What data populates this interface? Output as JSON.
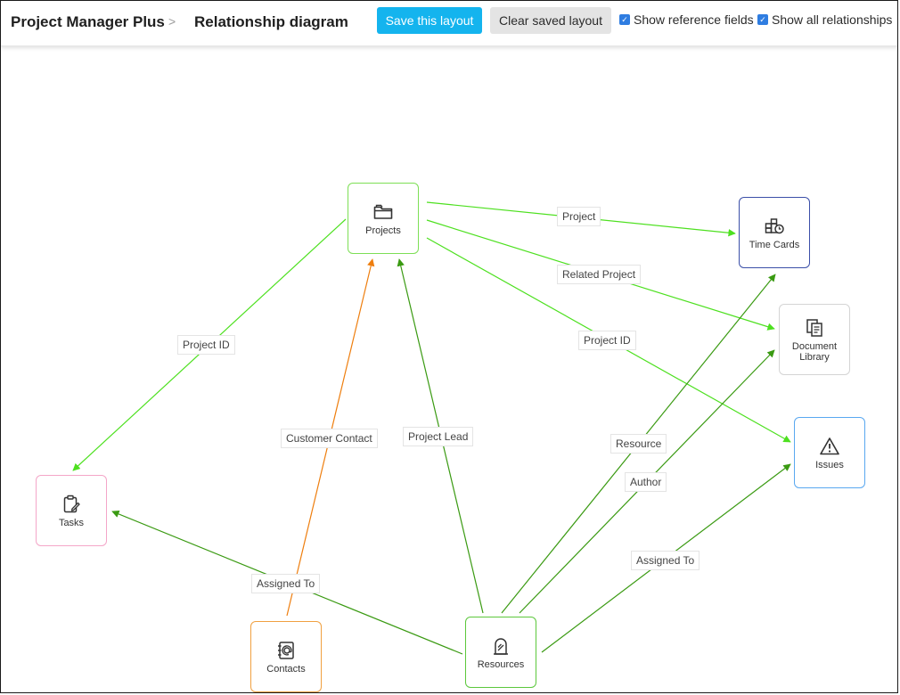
{
  "header": {
    "app_title": "Project Manager Plus",
    "separator": ">",
    "page_title": "Relationship diagram",
    "save_label": "Save this layout",
    "clear_label": "Clear saved layout",
    "show_reference_fields": "Show reference fields",
    "show_all_relationships": "Show all relationships",
    "show_reference_checked": true,
    "show_all_checked": true
  },
  "colors": {
    "primary_button": "#14b4ee",
    "checkbox": "#2f7de1",
    "edge_light_green": "#4de01f",
    "edge_dark_green": "#3a9a12",
    "edge_orange": "#ee7e0e"
  },
  "nodes": {
    "projects": {
      "label": "Projects",
      "icon": "folder-icon",
      "border": "#7ddf55"
    },
    "time_cards": {
      "label": "Time Cards",
      "icon": "timecard-icon",
      "border": "#3b4fa8"
    },
    "document_library": {
      "label": "Document Library",
      "icon": "document-icon",
      "border": "#d4d4d4"
    },
    "issues": {
      "label": "Issues",
      "icon": "warning-icon",
      "border": "#59a8f0"
    },
    "tasks": {
      "label": "Tasks",
      "icon": "clipboard-icon",
      "border": "#f4a6c8"
    },
    "contacts": {
      "label": "Contacts",
      "icon": "address-book-icon",
      "border": "#f0a040"
    },
    "resources": {
      "label": "Resources",
      "icon": "resource-icon",
      "border": "#5cc83c"
    }
  },
  "edges": {
    "project": "Project",
    "related_project": "Related Project",
    "project_id_issues": "Project ID",
    "project_id_tasks": "Project ID",
    "customer_contact": "Customer Contact",
    "project_lead": "Project Lead",
    "resource": "Resource",
    "author": "Author",
    "assigned_to_tasks": "Assigned To",
    "assigned_to_issues": "Assigned To"
  }
}
